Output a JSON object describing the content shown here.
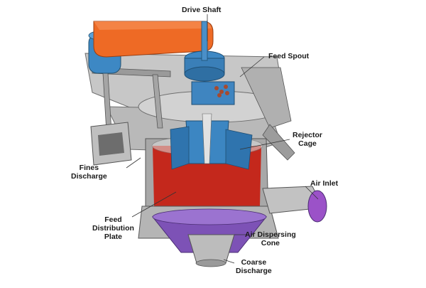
{
  "labels": {
    "drive_shaft": "Drive Shaft",
    "feed_spout": "Feed Spout",
    "rejector_cage": [
      "Rejector",
      "Cage"
    ],
    "fines_discharge": [
      "Fines",
      "Discharge"
    ],
    "air_inlet": "Air Inlet",
    "feed_distribution_plate": [
      "Feed",
      "Distribution",
      "Plate"
    ],
    "air_dispersing_cone": [
      "Air Dispersing",
      "Cone"
    ],
    "coarse_discharge": [
      "Coarse",
      "Discharge"
    ]
  },
  "colors": {
    "background": "#ffffff",
    "housing": "#c9c9c9",
    "housing_dark": "#8e8e8e",
    "belt_guard": "#ee6a25",
    "motor_blue": "#3d88c4",
    "interior_red": "#c4281c",
    "cone_purple": "#7d52b6",
    "air_inlet_purple": "#9b52c8",
    "leader_line": "#333333"
  }
}
